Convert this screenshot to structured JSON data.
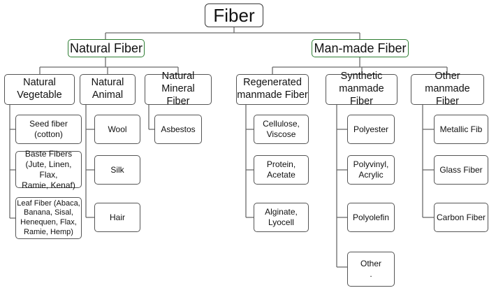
{
  "diagram": {
    "root": {
      "label": "Fiber"
    },
    "natural": {
      "label": "Natural Fiber",
      "vegetable": {
        "label": "Natural\nVegetable",
        "items": [
          "Seed fiber\n(cotton)",
          "Baste Fibers\n(Jute, Linen, Flax,\nRamie, Kenaf)",
          "Leaf Fiber (Abaca,\nBanana, Sisal,\nHenequen, Flax,\nRamie, Hemp)"
        ]
      },
      "animal": {
        "label": "Natural\nAnimal",
        "items": [
          "Wool",
          "Silk",
          "Hair"
        ]
      },
      "mineral": {
        "label": "Natural Mineral\nFiber",
        "items": [
          "Asbestos"
        ]
      }
    },
    "manmade": {
      "label": "Man-made Fiber",
      "regenerated": {
        "label": "Regenerated\nmanmade Fiber",
        "items": [
          "Cellulose,\nViscose",
          "Protein,\nAcetate",
          "Alginate,\nLyocell"
        ]
      },
      "synthetic": {
        "label": "Synthetic\nmanmade Fiber",
        "items": [
          "Polyester",
          "Polyvinyl,\nAcrylic",
          "Polyolefin",
          "Other\n."
        ]
      },
      "other": {
        "label": "Other manmade\nFiber",
        "items": [
          "Metallic Fib",
          "Glass Fiber",
          "Carbon Fiber"
        ]
      }
    }
  },
  "colors": {
    "line": "#6b6b6b",
    "box_border": "#555555",
    "level1_border": "#2e7d32",
    "text": "#111111"
  }
}
